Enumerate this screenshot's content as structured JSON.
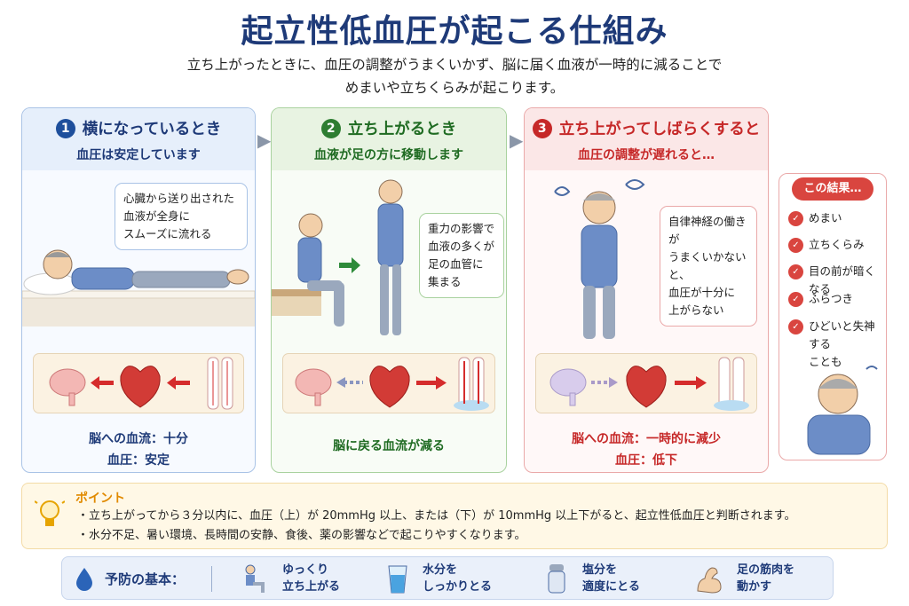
{
  "title": "起立性低血圧が起こる仕組み",
  "subtitle_line1": "立ち上がったときに、血圧の調整がうまくいかず、脳に届く血液が一時的に減ることで",
  "subtitle_line2": "めまいや立ちくらみが起こります。",
  "panels": [
    {
      "number": "1",
      "title": "横になっているとき",
      "subtitle": "血圧は安定しています",
      "bubble": [
        "心臓から送り出された",
        "血液が全身に",
        "スムーズに流れる"
      ],
      "result": [
        "脳への血流：十分",
        "血圧：安定"
      ]
    },
    {
      "number": "2",
      "title": "立ち上がるとき",
      "subtitle": "血液が足の方に移動します",
      "bubble": [
        "重力の影響で",
        "血液の多くが",
        "足の血管に",
        "集まる"
      ],
      "result": [
        "脳に戻る血流が減る"
      ]
    },
    {
      "number": "3",
      "title": "立ち上がってしばらくすると",
      "subtitle": "血圧の調整が遅れると…",
      "bubble": [
        "自律神経の働きが",
        "うまくいかないと、",
        "血圧が十分に",
        "上がらない"
      ],
      "result": [
        "脳への血流：一時的に減少",
        "血圧：低下"
      ]
    }
  ],
  "results": {
    "title": "この結果…",
    "items": [
      "めまい",
      "立ちくらみ",
      "目の前が暗くなる",
      "ふらつき",
      "ひどいと失神する",
      "ことも"
    ]
  },
  "point": {
    "title": "ポイント",
    "lines": [
      "・立ち上がってから３分以内に、血圧（上）が 20mmHg 以上、または（下）が 10mmHg 以上下がると、起立性低血圧と判断されます。",
      "・水分不足、暑い環境、長時間の安静、食後、薬の影響などで起こりやすくなります。"
    ]
  },
  "prevention": {
    "label": "予防の基本：",
    "items": [
      [
        "ゆっくり",
        "立ち上がる"
      ],
      [
        "水分を",
        "しっかりとる"
      ],
      [
        "塩分を",
        "適度にとる"
      ],
      [
        "足の筋肉を",
        "動かす"
      ]
    ]
  },
  "colors": {
    "navy": "#1e3a78",
    "green": "#2e7d32",
    "red": "#c62828",
    "orange": "#e18a00"
  }
}
